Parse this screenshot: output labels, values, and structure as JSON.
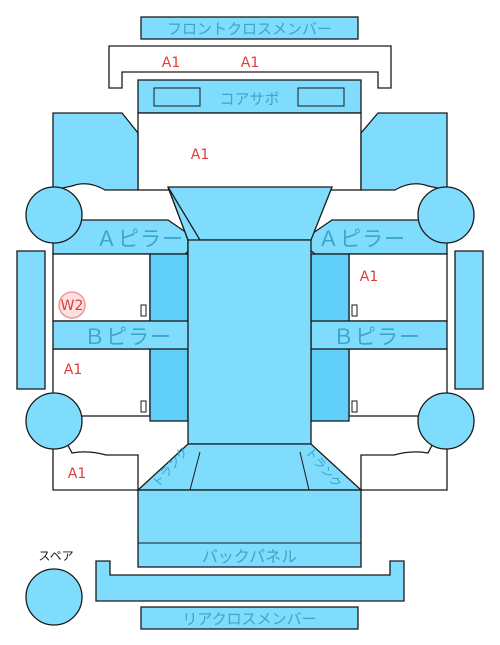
{
  "parts": {
    "front_cross_member": "フロントクロスメンバー",
    "core_support": "コアサポ",
    "a_pillar_left": "Ａピラー",
    "a_pillar_right": "Ａピラー",
    "b_pillar_left": "Ｂピラー",
    "b_pillar_right": "Ｂピラー",
    "trunk_left": "トランク",
    "trunk_right": "トランク",
    "back_panel": "バックパネル",
    "rear_cross_member": "リアクロスメンバー",
    "spare": "スペア"
  },
  "marks": {
    "front_left": "A1",
    "front_right": "A1",
    "hood": "A1",
    "right_front_door": "A1",
    "left_front_door": "W2",
    "left_rear_door": "A1",
    "left_rear_quarter": "A1"
  },
  "colors": {
    "panel": "#7fdcfc",
    "panel_dark": "#5fcff7",
    "label": "#3aa6c8",
    "mark": "#e23b3b"
  }
}
